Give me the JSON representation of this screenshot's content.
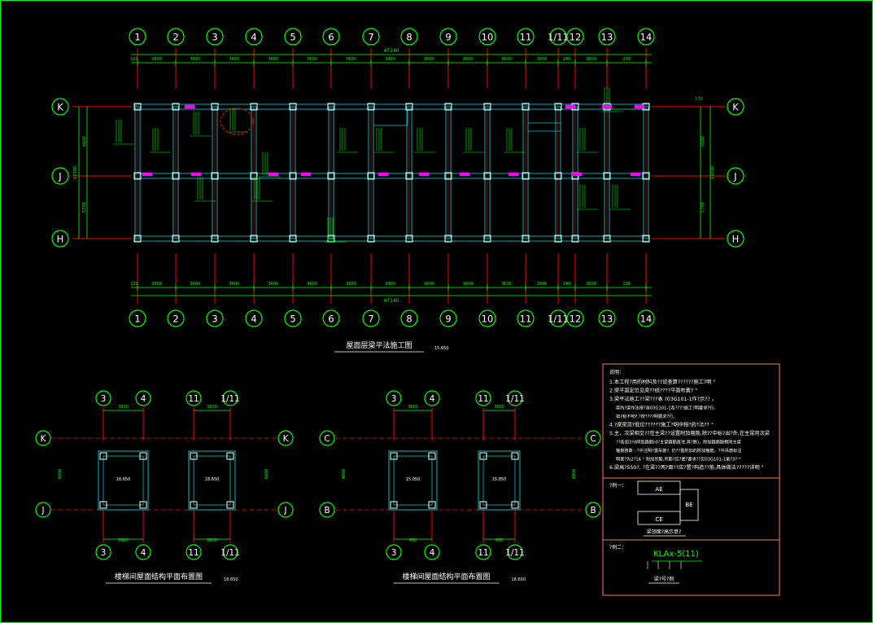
{
  "colors": {
    "background": "#000000",
    "frame": "#00ff00",
    "grid_bubble": "#00ff00",
    "dim": "#00ff00",
    "axis": "#ff0000",
    "beam": "#00c0c0",
    "column": "#ffffff",
    "annotation": "#00ff00",
    "note_highlight": "#ff00ff",
    "revision_cloud": "#ff0000",
    "text": "#ffffff",
    "note_frame": "#ff7f50"
  },
  "main_plan": {
    "title": "屋面层梁平法施工图",
    "elevation": "15.650",
    "col_axes": [
      "1",
      "2",
      "3",
      "4",
      "5",
      "6",
      "7",
      "8",
      "9",
      "10",
      "11",
      "1/11",
      "12",
      "13",
      "14"
    ],
    "row_axes": [
      "K",
      "J",
      "H"
    ],
    "overall_dim": "47140",
    "top_dims": [
      "120",
      "2800",
      "3600",
      "3600",
      "3600",
      "3600",
      "3600",
      "3400",
      "3600",
      "3600",
      "3600",
      "3600",
      "240",
      "3600",
      "230"
    ],
    "bottom_dims": [
      "120",
      "2800",
      "3600",
      "3600",
      "3600",
      "3600",
      "3600",
      "3400",
      "3600",
      "3600",
      "3600",
      "3600",
      "240",
      "3600",
      "230"
    ],
    "left_dims": [
      "6600",
      "5700"
    ],
    "left_total": "12300",
    "right_dims": [
      "6600",
      "5700"
    ],
    "right_total": "12300",
    "right_small": "170"
  },
  "stair_plan_left": {
    "title": "楼梯间屋面结构平面布置图",
    "elevation": "18.650",
    "col_axes_a": [
      "3",
      "4"
    ],
    "col_axes_b": [
      "11",
      "1/11"
    ],
    "row_axes": [
      "K",
      "J"
    ],
    "dim_a": "3600",
    "dim_b": "3600",
    "bottom_dim_a": "3600",
    "bottom_dim_b": "3600",
    "side_dim": "6600",
    "slab_elev": "18.650"
  },
  "stair_plan_right": {
    "title": "楼梯间屋面结构平面布置图",
    "elevation": "18.650",
    "col_axes_a": [
      "3",
      "4"
    ],
    "col_axes_b": [
      "11",
      "1/11"
    ],
    "row_axes": [
      "C",
      "B"
    ],
    "dim_a": "3600",
    "dim_b": "3600",
    "bottom_dim_a": "450",
    "bottom_dim_b": "450",
    "side_dim": "4800",
    "slab_elev": "15.050"
  },
  "notes": {
    "heading": "说明：",
    "items": [
      "1.本工程?用的材料及??说查算??????施工?明 °",
      "2.梁平面定位见梁??线????平面布置? °",
      "3.梁平法施工??梁???表 ?03G101-1作?示?? 。",
      "  梁内?梁作法按?准03G101-1及????施工?明要求?行,",
      "  如?有不吻?,?按????明要求?行。",
      "4.?梁梁顶?低位??????施工?明中相?的?法?? °",
      "5.主、次梁相交??在主梁??设置附加箍筋,除??中标?出?外,在主梁内次梁",
      "  ??各加3?d同加箍筋(d?主梁箍筋直径,其?数)。附加箍筋肢数同主梁",
      "  箍筋肢数 : ?中注明?置吊筋?, 仍??置附加的附加箍筋。?中吊筋标注",
      "  明者?为2?16 ° 附加吊筋,吊筋?应?置?要求??见03G101-1第?3? °",
      "6.梁高?550?, ?在梁??两?面??应?置?构造??筋,具体做法?????详明 °"
    ],
    "example1_label": "?例一：",
    "example1_a": "AE",
    "example1_b": "BE",
    "example1_c": "CE",
    "example1_caption": "梁顶面?高示意?",
    "example2_label": "?例二：",
    "example2_code": "KLAx-5(11)",
    "example2_caption": "梁?号?例"
  }
}
